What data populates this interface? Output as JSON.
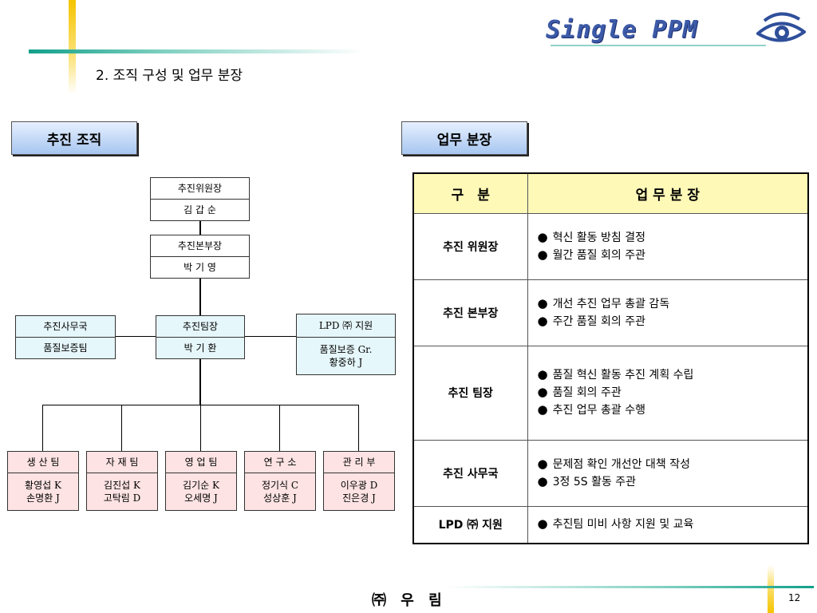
{
  "logo": {
    "text": "Single PPM"
  },
  "slide_title": "2. 조직 구성 및 업무 분장",
  "sections": {
    "org": "추진 조직",
    "duty": "업무 분장"
  },
  "org": {
    "chair_title": "추진위원장",
    "chair_name": "김 갑 순",
    "director_title": "추진본부장",
    "director_name": "박 기 영",
    "office_title": "추진사무국",
    "office_team": "품질보증팀",
    "leader_title": "추진팀장",
    "leader_name": "박 기 환",
    "lpd_title": "LPD ㈜ 지원",
    "lpd_line1": "품질보증 Gr.",
    "lpd_line2": "황중하 J",
    "teams": [
      {
        "name": "생 산 팀",
        "m1": "황영섭 K",
        "m2": "손명환 J"
      },
      {
        "name": "자 재 팀",
        "m1": "김진섭 K",
        "m2": "고탁림 D"
      },
      {
        "name": "영 업 팀",
        "m1": "김기순 K",
        "m2": "오세명 J"
      },
      {
        "name": "연 구 소",
        "m1": "정기식 C",
        "m2": "성상훈 J"
      },
      {
        "name": "관 리 부",
        "m1": "이우광 D",
        "m2": "진은경 J"
      }
    ]
  },
  "duty_table": {
    "headers": [
      "구　분",
      "업 무 분 장"
    ],
    "bullet": "●",
    "rows": [
      {
        "category": "추진 위원장",
        "items": [
          "혁신 활동 방침 결정",
          "월간 품질 회의 주관"
        ]
      },
      {
        "category": "추진 본부장",
        "items": [
          "개선 추진 업무 총괄 감독",
          "주간 품질 회의 주관"
        ]
      },
      {
        "category": "추진 팀장",
        "items": [
          "품질 혁신 활동 추진 계획 수립",
          "품질 회의 주관",
          "추진 업무 총괄 수행"
        ]
      },
      {
        "category": "추진 사무국",
        "items": [
          "문제점 확인 개선안 대책 작성",
          "3정 5S 활동 주관"
        ]
      },
      {
        "category": "LPD ㈜ 지원",
        "items": [
          "추진팀 미비 사항 지원 및 교육"
        ]
      }
    ]
  },
  "footer": {
    "company": "㈜ 우 림",
    "page": "12"
  },
  "colors": {
    "teal": "#12a08a",
    "yellow": "#f5c400",
    "header_yellow": "#fff9b8",
    "label_blue": "#a7c6f0",
    "light_cyan": "#e6f7fb",
    "pink": "#fde3e3",
    "logo_blue": "#3c5aa8"
  }
}
